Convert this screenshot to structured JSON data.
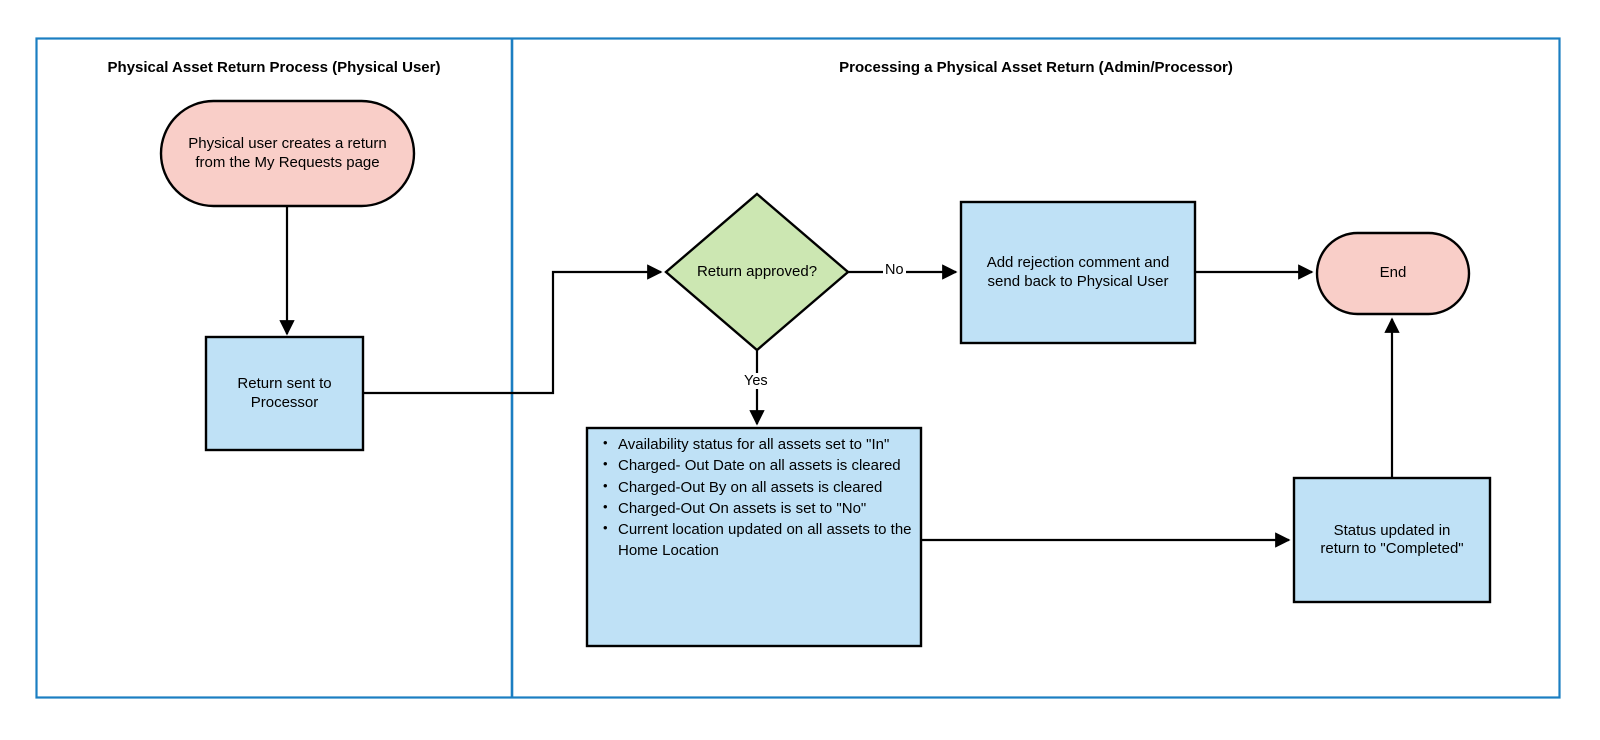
{
  "diagram": {
    "frame_color": "#1b7ec2",
    "lane_divider_color": "#1b7ec2",
    "stroke_color": "#000000",
    "fill_terminator": "#f9cec8",
    "fill_process": "#bfe1f6",
    "fill_decision": "#cce7b2"
  },
  "lanes": [
    {
      "title": "Physical Asset Return Process (Physical User)"
    },
    {
      "title": "Processing a Physical Asset Return (Admin/Processor)"
    }
  ],
  "nodes": {
    "start": {
      "shape": "terminator",
      "lines": [
        "Physical user creates a return",
        "from the My Requests page"
      ]
    },
    "return_sent": {
      "shape": "process",
      "lines": [
        "Return sent to",
        "Processor"
      ]
    },
    "decision": {
      "shape": "decision",
      "label": "Return approved?"
    },
    "rejection": {
      "shape": "process",
      "lines": [
        "Add rejection comment and",
        "send back to Physical User"
      ]
    },
    "end": {
      "shape": "terminator",
      "label": "End"
    },
    "asset_updates": {
      "shape": "process",
      "bullets": [
        "Availability status for all assets set to \"In\"",
        "Charged- Out Date on all assets is cleared",
        "Charged-Out By on all assets is cleared",
        "Charged-Out On assets  is set to \"No\"",
        "Current location updated on all assets to the Home Location"
      ]
    },
    "status_updated": {
      "shape": "process",
      "lines": [
        "Status updated in",
        "return to \"Completed\""
      ]
    }
  },
  "edges": {
    "yes_label": "Yes",
    "no_label": "No"
  }
}
